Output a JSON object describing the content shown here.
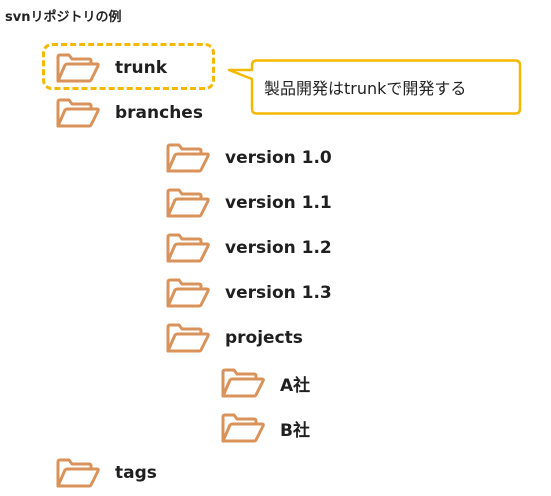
{
  "title": "svnリポジトリの例",
  "colors": {
    "folder_stroke": "#d9935a",
    "highlight": "#f5b800",
    "callout_border": "#f5b800"
  },
  "icon": "folder-icon",
  "nodes": {
    "trunk": "trunk",
    "branches": "branches",
    "v10": "version 1.0",
    "v11": "version 1.1",
    "v12": "version 1.2",
    "v13": "version 1.3",
    "projects": "projects",
    "a": "A社",
    "b": "B社",
    "tags": "tags"
  },
  "callout": {
    "text": "製品開発はtrunkで開発する"
  }
}
